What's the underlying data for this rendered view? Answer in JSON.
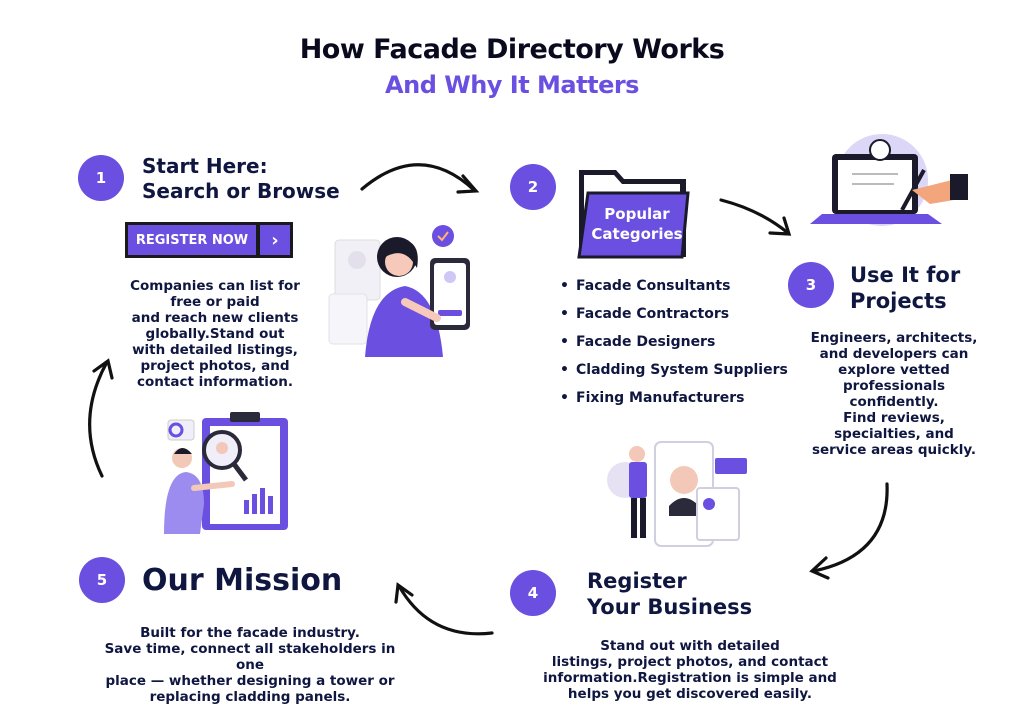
{
  "title": "How Facade Directory Works",
  "subtitle": "And Why It Matters",
  "steps": [
    {
      "number": "1",
      "heading_line1": "Start Here:",
      "heading_line2": "Search or Browse",
      "button_label": "REGISTER NOW",
      "desc_lines": [
        "Companies can list for",
        "free or paid",
        "and reach new clients",
        "globally.Stand out",
        "with detailed listings,",
        "project photos, and",
        "contact information."
      ]
    },
    {
      "number": "2",
      "folder_line1": "Popular",
      "folder_line2": "Categories",
      "categories": [
        "Facade Consultants",
        "Facade Contractors",
        "Facade Designers",
        "Cladding System Suppliers",
        "Fixing Manufacturers"
      ]
    },
    {
      "number": "3",
      "heading_line1": "Use It for",
      "heading_line2": "Projects",
      "desc_lines": [
        "Engineers, architects,",
        "and developers can",
        "explore vetted",
        "professionals",
        "confidently.",
        "Find reviews,",
        "specialties, and",
        "service areas quickly."
      ]
    },
    {
      "number": "4",
      "heading_line1": "Register",
      "heading_line2": "Your Business",
      "desc_lines": [
        "Stand out with detailed",
        "listings, project photos, and contact",
        "information.Registration is simple and",
        "helps you get discovered easily."
      ]
    },
    {
      "number": "5",
      "heading": "Our Mission",
      "desc_lines": [
        "Built for the facade industry.",
        "Save time, connect all stakeholders in one",
        "place — whether designing a tower or",
        "replacing cladding panels."
      ]
    }
  ],
  "colors": {
    "accent": "#6a4fe0",
    "dark": "#0f1640",
    "light_accent": "#dcd6f7"
  }
}
